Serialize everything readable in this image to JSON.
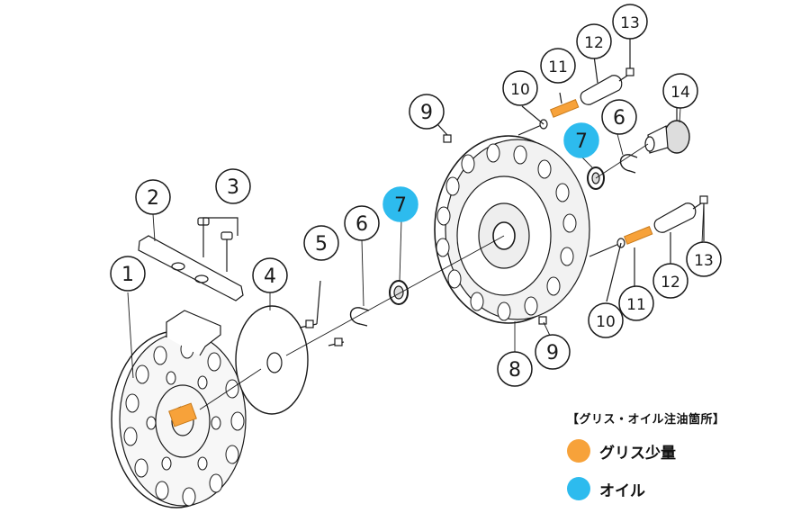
{
  "colors": {
    "grease": "#f7a23a",
    "oil": "#2dbbee",
    "line": "#1a1a1a"
  },
  "callouts": {
    "c1": "1",
    "c2": "2",
    "c3": "3",
    "c4": "4",
    "c5": "5",
    "c6a": "6",
    "c6b": "6",
    "c7a": "7",
    "c7b": "7",
    "c8": "8",
    "c9a": "9",
    "c9b": "9",
    "c10a": "10",
    "c10b": "10",
    "c11a": "11",
    "c11b": "11",
    "c12a": "12",
    "c12b": "12",
    "c13a": "13",
    "c13b": "13",
    "c14": "14"
  },
  "legend": {
    "title": "【グリス・オイル注油箇所】",
    "items": [
      {
        "label": "グリス少量",
        "color": "#f7a23a"
      },
      {
        "label": "オイル",
        "color": "#2dbbee"
      }
    ]
  }
}
